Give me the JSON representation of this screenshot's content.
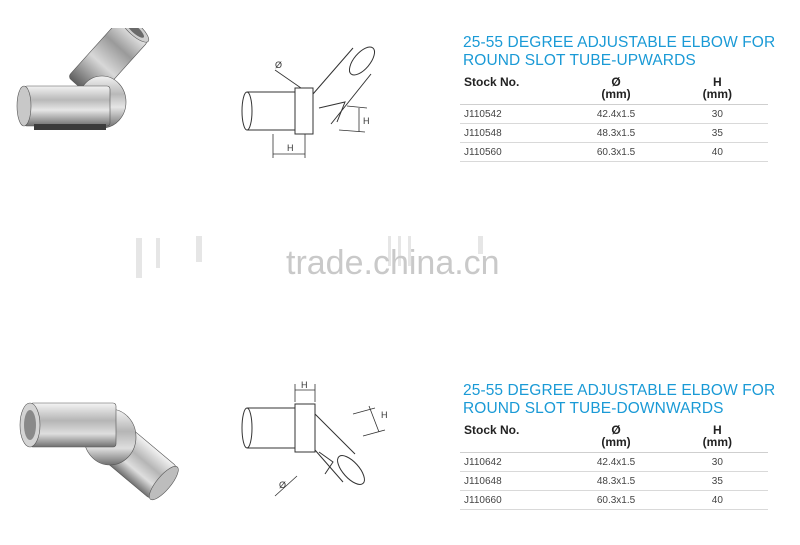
{
  "watermark": {
    "text": "trade.china.cn"
  },
  "sections": [
    {
      "title_line1": "25-55 DEGREE ADJUSTABLE ELBOW FOR",
      "title_line2": "ROUND SLOT TUBE-UPWARDS",
      "headers": {
        "stock": "Stock No.",
        "diameter": "Ø",
        "diameter_unit": "(mm)",
        "height": "H",
        "height_unit": "(mm)"
      },
      "rows": [
        {
          "stock": "J110542",
          "diameter": "42.4x1.5",
          "height": "30"
        },
        {
          "stock": "J110548",
          "diameter": "48.3x1.5",
          "height": "35"
        },
        {
          "stock": "J110560",
          "diameter": "60.3x1.5",
          "height": "40"
        }
      ],
      "drawing_labels": {
        "diameter": "Ø",
        "height_a": "H",
        "height_b": "H"
      }
    },
    {
      "title_line1": "25-55 DEGREE ADJUSTABLE ELBOW FOR",
      "title_line2": "ROUND SLOT TUBE-DOWNWARDS",
      "headers": {
        "stock": "Stock No.",
        "diameter": "Ø",
        "diameter_unit": "(mm)",
        "height": "H",
        "height_unit": "(mm)"
      },
      "rows": [
        {
          "stock": "J110642",
          "diameter": "42.4x1.5",
          "height": "30"
        },
        {
          "stock": "J110648",
          "diameter": "48.3x1.5",
          "height": "35"
        },
        {
          "stock": "J110660",
          "diameter": "60.3x1.5",
          "height": "40"
        }
      ],
      "drawing_labels": {
        "diameter": "Ø",
        "height_a": "H",
        "height_b": "H"
      }
    }
  ]
}
